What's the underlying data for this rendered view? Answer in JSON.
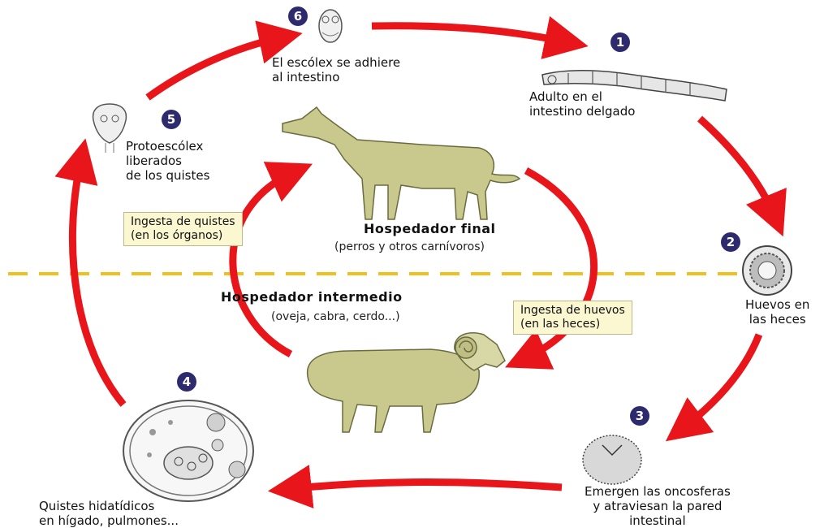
{
  "final_host": {
    "title": "Hospedador final",
    "subtitle": "(perros y otros carnívoros)"
  },
  "intermediate_host": {
    "title": "Hospedador intermedio",
    "subtitle": "(oveja, cabra, cerdo...)"
  },
  "notes": {
    "cyst_ingestion": "Ingesta de quistes\n(en los órganos)",
    "egg_ingestion": "Ingesta de huevos\n(en las heces)"
  },
  "stages": [
    {
      "number": "1",
      "label": "Adulto en el\nintestino delgado"
    },
    {
      "number": "2",
      "label": "Huevos en\nlas heces"
    },
    {
      "number": "3",
      "label": "Emergen las oncosferas\ny atraviesan la pared\nintestinal"
    },
    {
      "number": "4",
      "label": "Quistes hidatídicos\nen hígado, pulmones..."
    },
    {
      "number": "5",
      "label": "Protoescólex\nliberados\nde los quistes"
    },
    {
      "number": "6",
      "label": "El escólex  se adhiere\nal intestino"
    }
  ],
  "colors": {
    "arrow": "#e8161b",
    "divider": "#f0c020",
    "badge": "#2e2a6e",
    "note_bg": "#fbf7d0",
    "animal": "#c9c98d"
  }
}
